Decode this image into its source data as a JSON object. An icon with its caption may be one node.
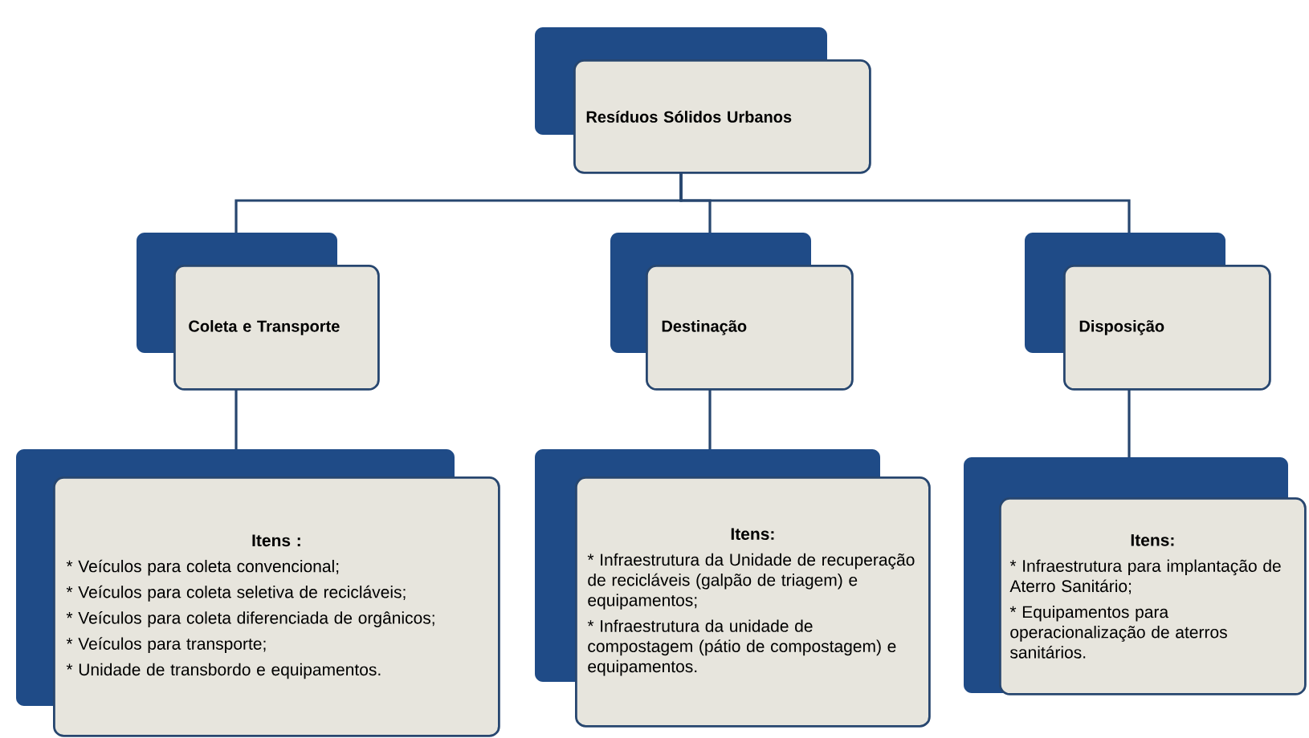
{
  "diagram": {
    "nodes": [
      {
        "text": [
          "Resíduos Sólidos Urbanos"
        ]
      },
      {
        "text": [
          "Coleta e Transporte"
        ]
      },
      {
        "text": [
          "Destinação"
        ]
      },
      {
        "text": [
          "Disposição"
        ]
      },
      {
        "text": [
          "Itens :",
          "* Veículos para coleta convencional;",
          "* Veículos para coleta seletiva de recicláveis;",
          "* Veículos para coleta diferenciada de orgânicos;",
          "* Veículos para transporte;",
          "* Unidade de transbordo e equipamentos."
        ]
      },
      {
        "text": [
          "Itens:",
          "* Infraestrutura da Unidade de recuperação de recicláveis (galpão de triagem) e equipamentos;",
          "* Infraestrutura da unidade de compostagem (pátio de compostagem) e equipamentos."
        ]
      },
      {
        "text": [
          "Itens:",
          "* Infraestrutura para implantação de Aterro Sanitário;",
          "* Equipamentos para operacionalização de aterros sanitários."
        ]
      }
    ],
    "edges": [
      {
        "from": 0,
        "to": 1,
        "arrow": "none"
      },
      {
        "from": 0,
        "to": 2,
        "arrow": "none"
      },
      {
        "from": 0,
        "to": 3,
        "arrow": "none"
      },
      {
        "from": 1,
        "to": 4,
        "arrow": "none"
      },
      {
        "from": 2,
        "to": 5,
        "arrow": "none"
      },
      {
        "from": 3,
        "to": 6,
        "arrow": "none"
      }
    ]
  }
}
